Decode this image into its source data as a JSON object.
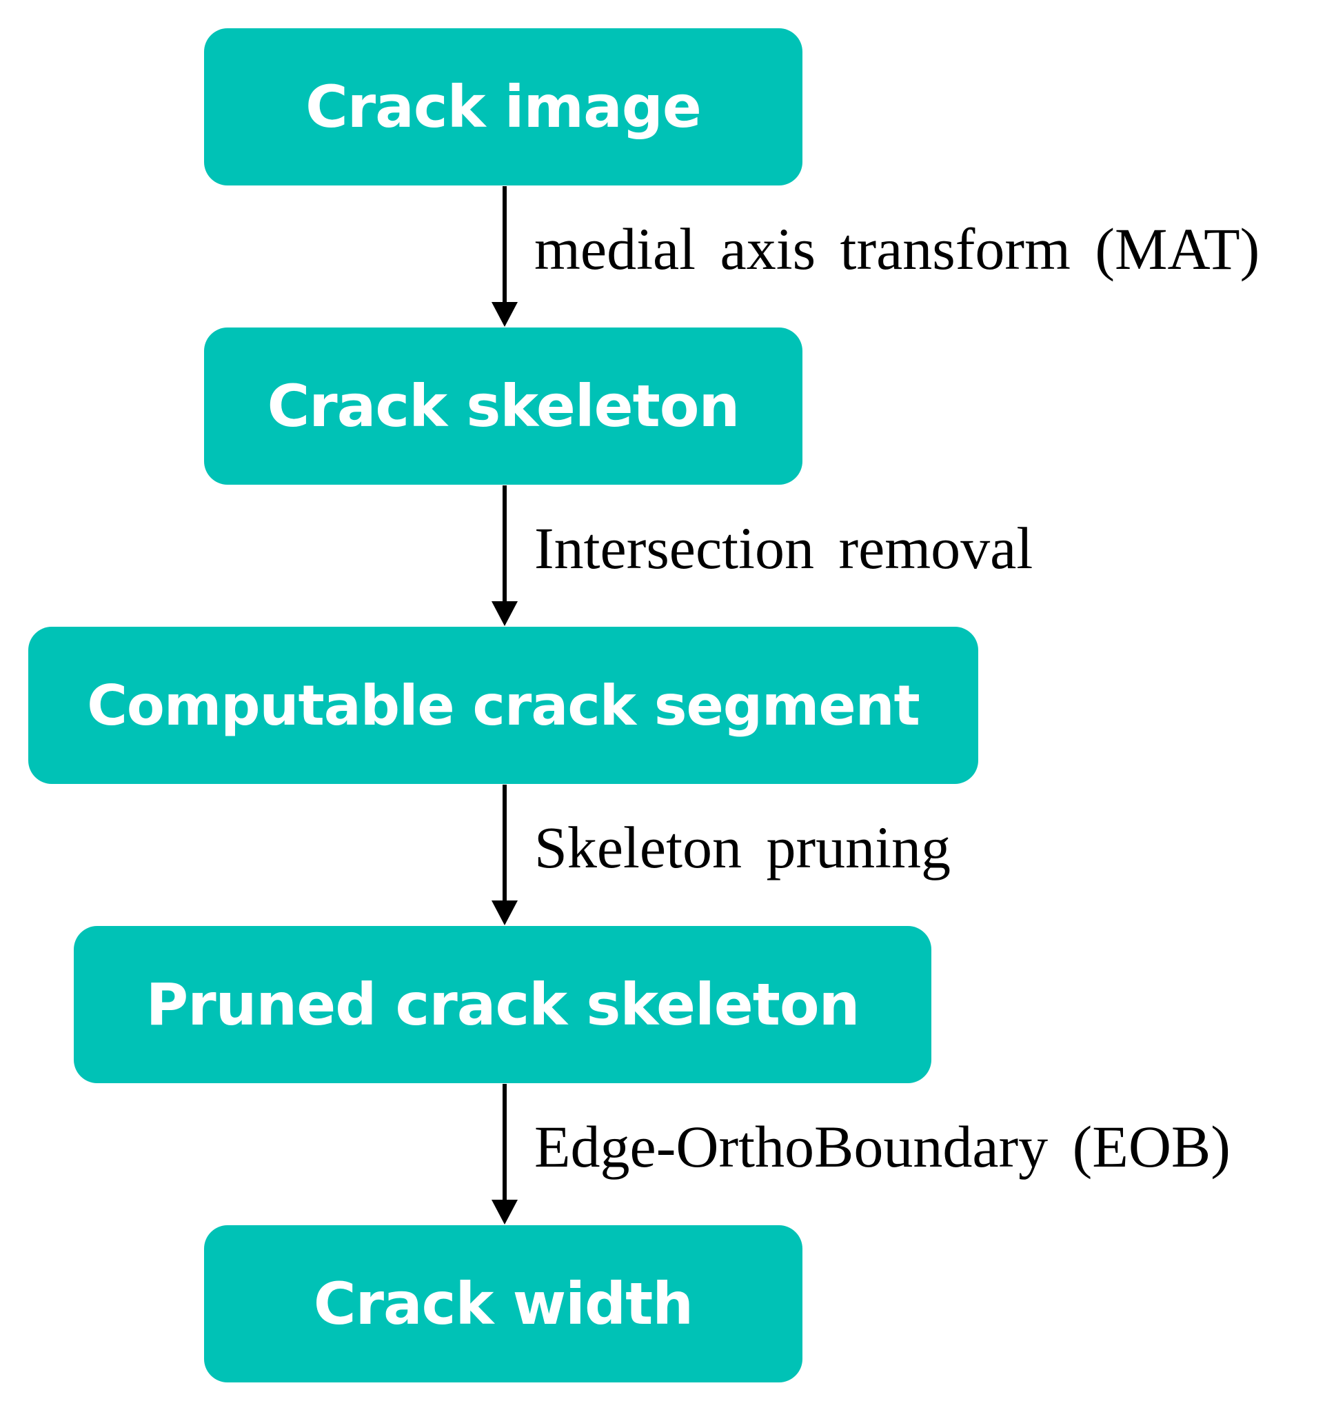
{
  "steps": [
    {
      "label": "Crack image"
    },
    {
      "label": "Crack skeleton"
    },
    {
      "label": "Computable crack segment"
    },
    {
      "label": "Pruned crack skeleton"
    },
    {
      "label": "Crack width"
    }
  ],
  "transitions": [
    {
      "label": "medial axis transform (MAT)"
    },
    {
      "label": "Intersection removal"
    },
    {
      "label": "Skeleton pruning"
    },
    {
      "label": "Edge-OrthoBoundary (EOB)"
    }
  ],
  "colors": {
    "box_fill": "#00c2b6",
    "box_text": "#ffffff",
    "arrow": "#000000",
    "label_text": "#000000"
  }
}
